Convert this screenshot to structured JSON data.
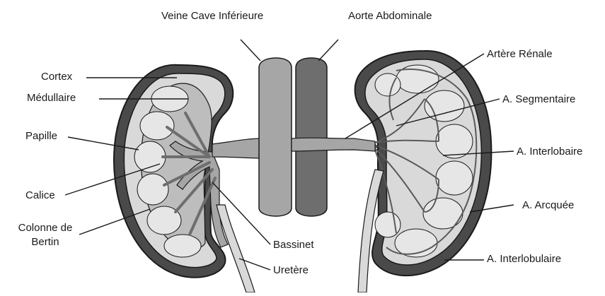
{
  "colors": {
    "outline": "#1a1a1a",
    "capsule_dark": "#4a4a4a",
    "cortex_light": "#d9d9d9",
    "medulla": "#bdbdbd",
    "vessel_light": "#a6a6a6",
    "vessel_dark": "#6e6e6e",
    "background": "#ffffff"
  },
  "labels": {
    "vena_cava": "Veine Cave Inférieure",
    "aorta": "Aorte Abdominale",
    "renal_artery": "Artère Rénale",
    "cortex": "Cortex",
    "medulla": "Médullaire",
    "segmental_artery": "A. Segmentaire",
    "papilla": "Papille",
    "interlobar_artery": "A. Interlobaire",
    "calyx": "Calice",
    "arcuate_artery": "A. Arcquée",
    "column_of_bertin_line1": "Colonne de",
    "column_of_bertin_line2": "Bertin",
    "pelvis": "Bassinet",
    "interlobular_artery": "A. Interlobulaire",
    "ureter": "Uretère"
  }
}
